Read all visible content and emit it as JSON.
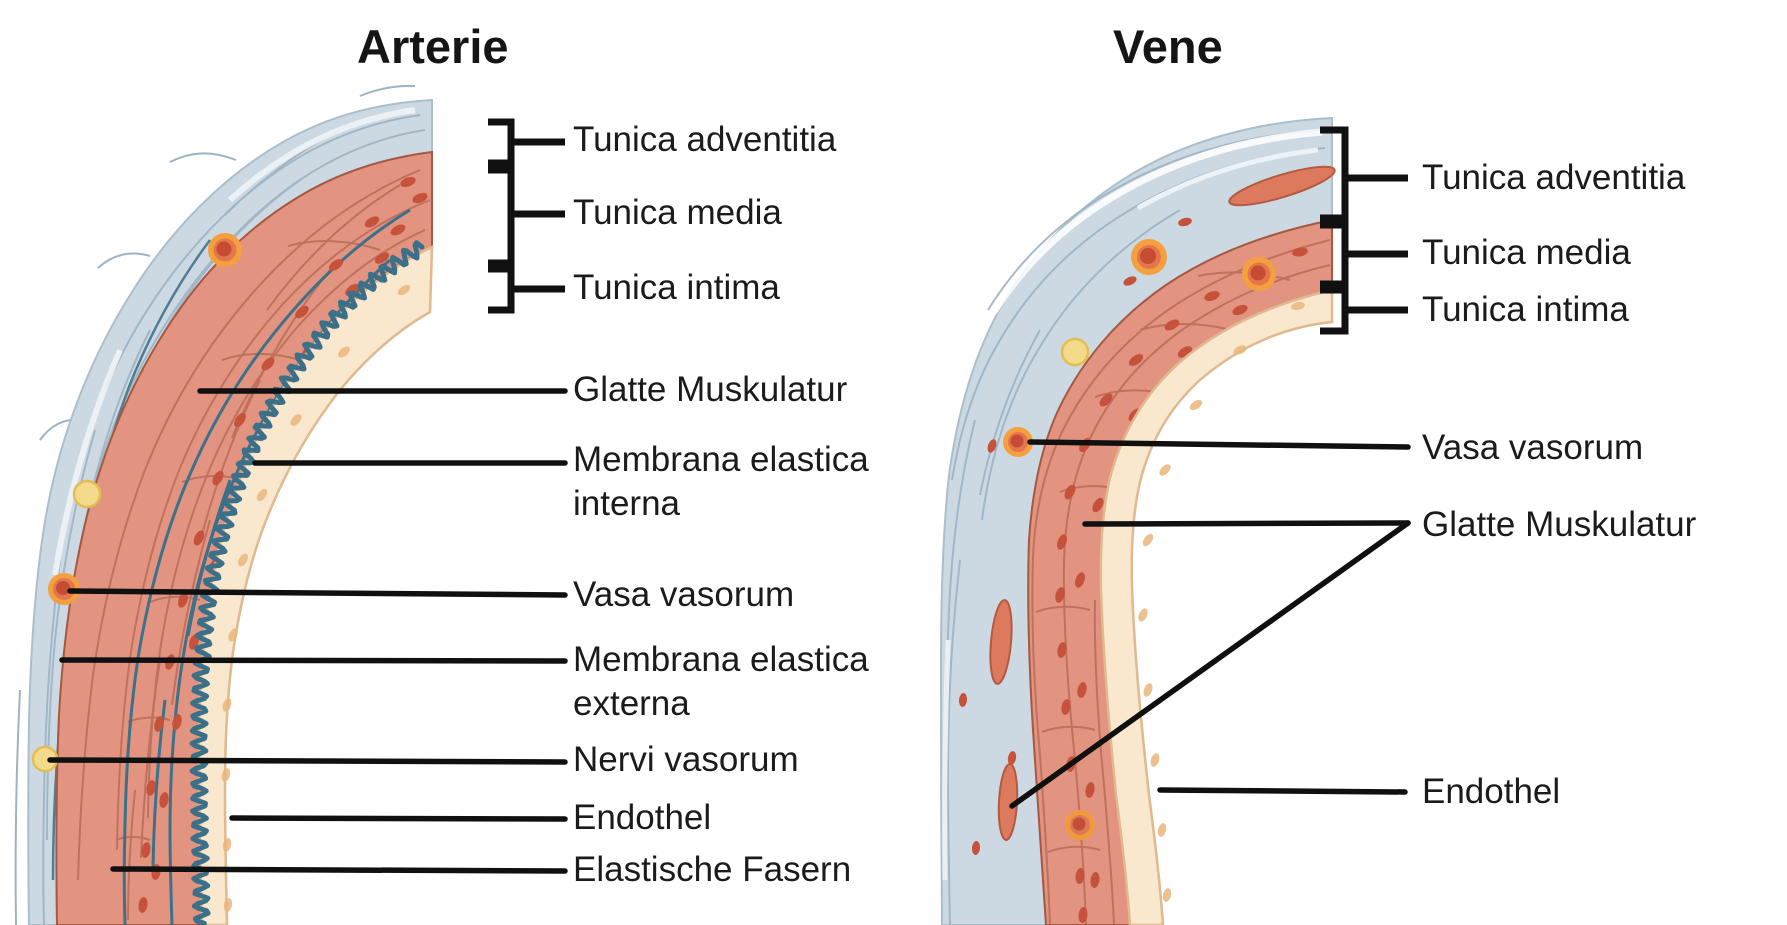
{
  "artery": {
    "title": "Arterie",
    "labels": {
      "tunica_adventitia": "Tunica adventitia",
      "tunica_media": "Tunica media",
      "tunica_intima": "Tunica intima",
      "glatte_muskulatur": "Glatte Muskulatur",
      "membrana_elastica_interna": "Membrana elastica interna",
      "vasa_vasorum": "Vasa vasorum",
      "membrana_elastica_externa": "Membrana elastica externa",
      "nervi_vasorum": "Nervi vasorum",
      "endothel": "Endothel",
      "elastische_fasern": "Elastische Fasern"
    }
  },
  "vein": {
    "title": "Vene",
    "labels": {
      "tunica_adventitia": "Tunica adventitia",
      "tunica_media": "Tunica media",
      "tunica_intima": "Tunica intima",
      "vasa_vasorum": "Vasa vasorum",
      "glatte_muskulatur": "Glatte Muskulatur",
      "endothel": "Endothel"
    }
  },
  "colors": {
    "tunica_adventitia_fill": "#cdd9e2",
    "tunica_media_fill": "#e29480",
    "tunica_intima_fill": "#f9e7ce",
    "elastic_fiber_teal": "#3c7089",
    "vasa_vasorum_cell_orange": "#f4a03f",
    "nervi_vasorum_cell_yellow": "#f4db8b",
    "annotation_black": "#101010"
  }
}
